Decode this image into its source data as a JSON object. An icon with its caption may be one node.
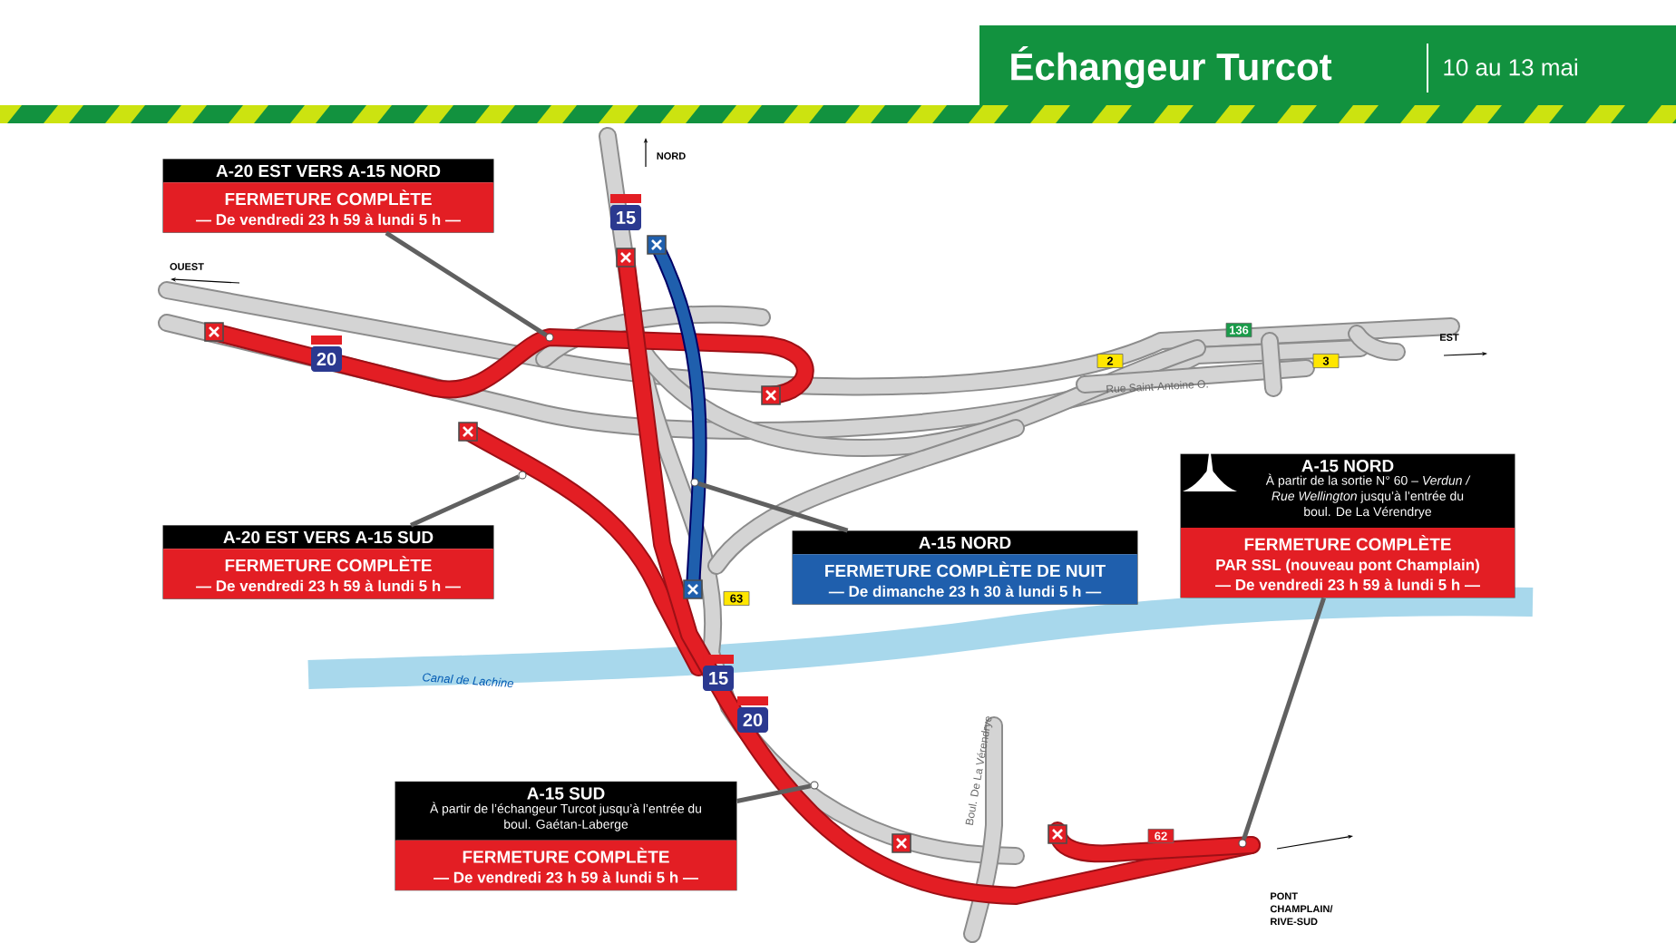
{
  "diagram": {
    "title": "Échangeur Turcot",
    "nodes": [
      {
        "text": [
          "A-20 EST VERS A-15 NORD",
          "FERMETURE COMPLÈTE",
          "— De vendredi 23 h 59 à lundi 5 h —"
        ]
      },
      {
        "text": [
          "A-20 EST VERS A-15 SUD",
          "FERMETURE COMPLÈTE",
          "— De vendredi 23 h 59 à lundi 5 h —"
        ]
      },
      {
        "text": [
          "A-15 NORD",
          "FERMETURE COMPLÈTE DE NUIT",
          "— De dimanche 23 h 30 à lundi 5 h —"
        ]
      },
      {
        "text": [
          "A-15 NORD",
          "À partir de la sortie N° 60 – *Verdun / Rue Wellington* jusqu’à l’entrée du boul. De La Vérendrye",
          "FERMETURE COMPLÈTE",
          "PAR SSL (nouveau pont Champlain)",
          "— De vendredi 23 h 59 à lundi 5 h —"
        ]
      },
      {
        "text": [
          "A-15 SUD",
          "À partir de l’échangeur Turcot jusqu’à l’entrée du boul. Gaétan-Laberge",
          "FERMETURE COMPLÈTE",
          "— De vendredi 23 h 59 à lundi 5 h —"
        ]
      },
      {
        "text": [],
        "shape": "circle"
      },
      {
        "text": [],
        "shape": "circle"
      },
      {
        "text": [],
        "shape": "circle"
      },
      {
        "text": [],
        "shape": "circle"
      },
      {
        "text": [],
        "shape": "circle"
      }
    ],
    "edges": [
      {
        "from": 0,
        "to": 5,
        "arrow": "none"
      },
      {
        "from": 1,
        "to": 6,
        "arrow": "none"
      },
      {
        "from": 2,
        "to": 7,
        "arrow": "none"
      },
      {
        "from": 3,
        "to": 8,
        "arrow": "none"
      },
      {
        "from": 4,
        "to": 9,
        "arrow": "none"
      }
    ],
    "labels": [
      "10 au 13 mai",
      "NORD",
      "15",
      "OUEST",
      "20",
      "136",
      "2",
      "Rue Saint-Antoine O.",
      "3",
      "EST",
      "63",
      "Canal de Lachine",
      "15",
      "20",
      "Boul. De La Vérendrye",
      "62",
      "PONT CHAMPLAIN/ RIVE-SUD"
    ]
  }
}
